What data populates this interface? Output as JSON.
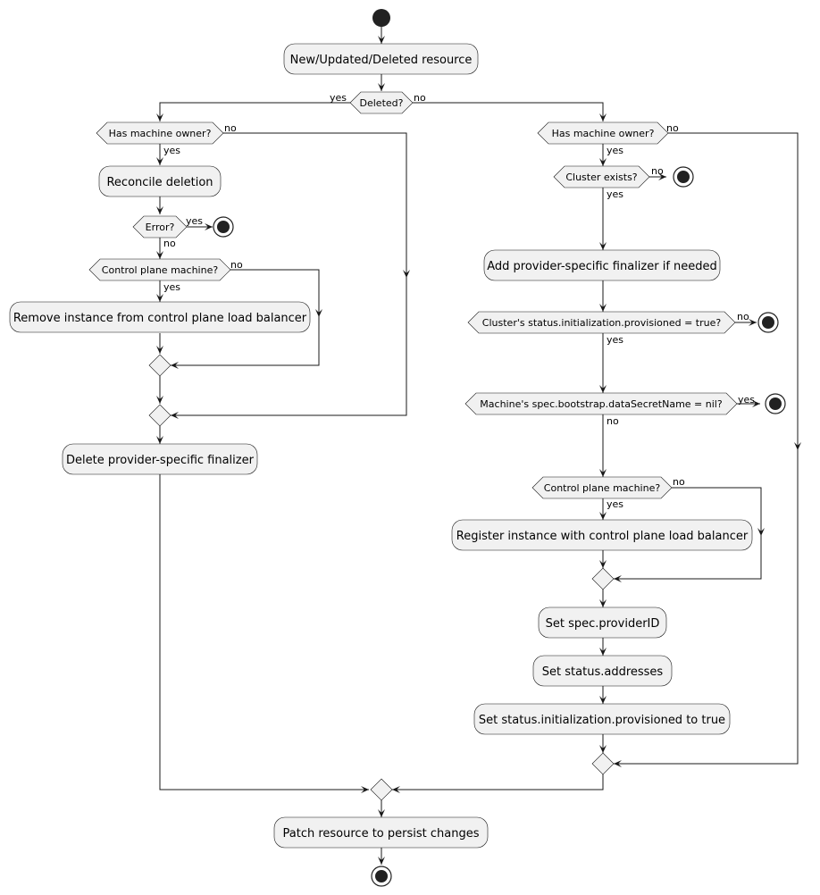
{
  "activities": {
    "a_new_resource": "New/Updated/Deleted resource",
    "a_reconcile_deletion": "Reconcile deletion",
    "a_remove_lb": "Remove instance from control plane load balancer",
    "a_delete_finalizer": "Delete provider-specific finalizer",
    "a_add_finalizer": "Add provider-specific finalizer if needed",
    "a_register_lb": "Register instance with control plane load balancer",
    "a_set_provider_id": "Set spec.providerID",
    "a_set_addresses": "Set status.addresses",
    "a_set_provisioned": "Set status.initialization.provisioned to true",
    "a_patch": "Patch resource to persist changes"
  },
  "decisions": {
    "d_deleted": "Deleted?",
    "d_owner_left": "Has machine owner?",
    "d_error": "Error?",
    "d_cp_left": "Control plane machine?",
    "d_owner_right": "Has machine owner?",
    "d_cluster_exists": "Cluster exists?",
    "d_cluster_provisioned": "Cluster's status.initialization.provisioned = true?",
    "d_datasecret": "Machine's spec.bootstrap.dataSecretName = nil?",
    "d_cp_right": "Control plane machine?"
  },
  "labels": {
    "l_deleted_yes": "yes",
    "l_deleted_no": "no",
    "l_owner_left_no": "no",
    "l_owner_left_yes": "yes",
    "l_error_yes": "yes",
    "l_error_no": "no",
    "l_cp_left_no": "no",
    "l_cp_left_yes": "yes",
    "l_owner_right_no": "no",
    "l_owner_right_yes": "yes",
    "l_cluster_no": "no",
    "l_cluster_yes": "yes",
    "l_prov_no": "no",
    "l_prov_yes": "yes",
    "l_secret_yes": "yes",
    "l_secret_no": "no",
    "l_cp_right_no": "no",
    "l_cp_right_yes": "yes"
  },
  "colors": {
    "node_fill": "#f1f1f1",
    "stroke": "#181818",
    "start_stop": "#222222"
  }
}
